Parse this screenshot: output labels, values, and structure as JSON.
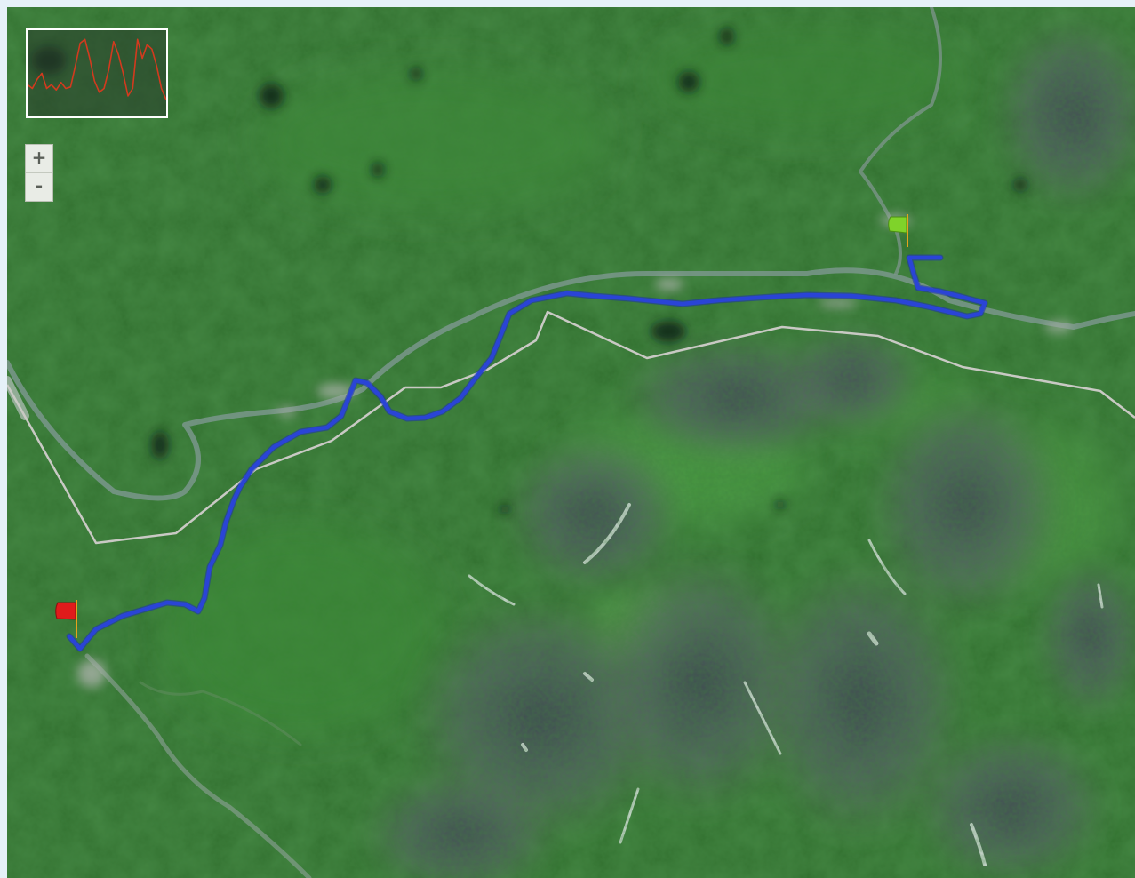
{
  "map": {
    "imagery": "satellite",
    "colors": {
      "forest": "#2f6d2c",
      "meadow": "#3f8d3a",
      "mountain": "#5b5f6e",
      "track": "#2a44d6",
      "trail": "#c9c9c4",
      "river": "#8fa7a0",
      "elevation": "#d33a1e"
    }
  },
  "zoom": {
    "in_label": "+",
    "out_label": "-"
  },
  "markers": {
    "start": {
      "icon": "green-flag-icon",
      "color": "#7fd32a"
    },
    "end": {
      "icon": "red-flag-icon",
      "color": "#e11b1b"
    }
  },
  "elevation_profile": {
    "color": "#d33a1e",
    "values": [
      0.35,
      0.3,
      0.42,
      0.5,
      0.3,
      0.35,
      0.28,
      0.38,
      0.3,
      0.32,
      0.6,
      0.9,
      0.95,
      0.7,
      0.4,
      0.25,
      0.3,
      0.55,
      0.92,
      0.75,
      0.5,
      0.2,
      0.3,
      0.95,
      0.7,
      0.88,
      0.82,
      0.6,
      0.3,
      0.15
    ]
  }
}
